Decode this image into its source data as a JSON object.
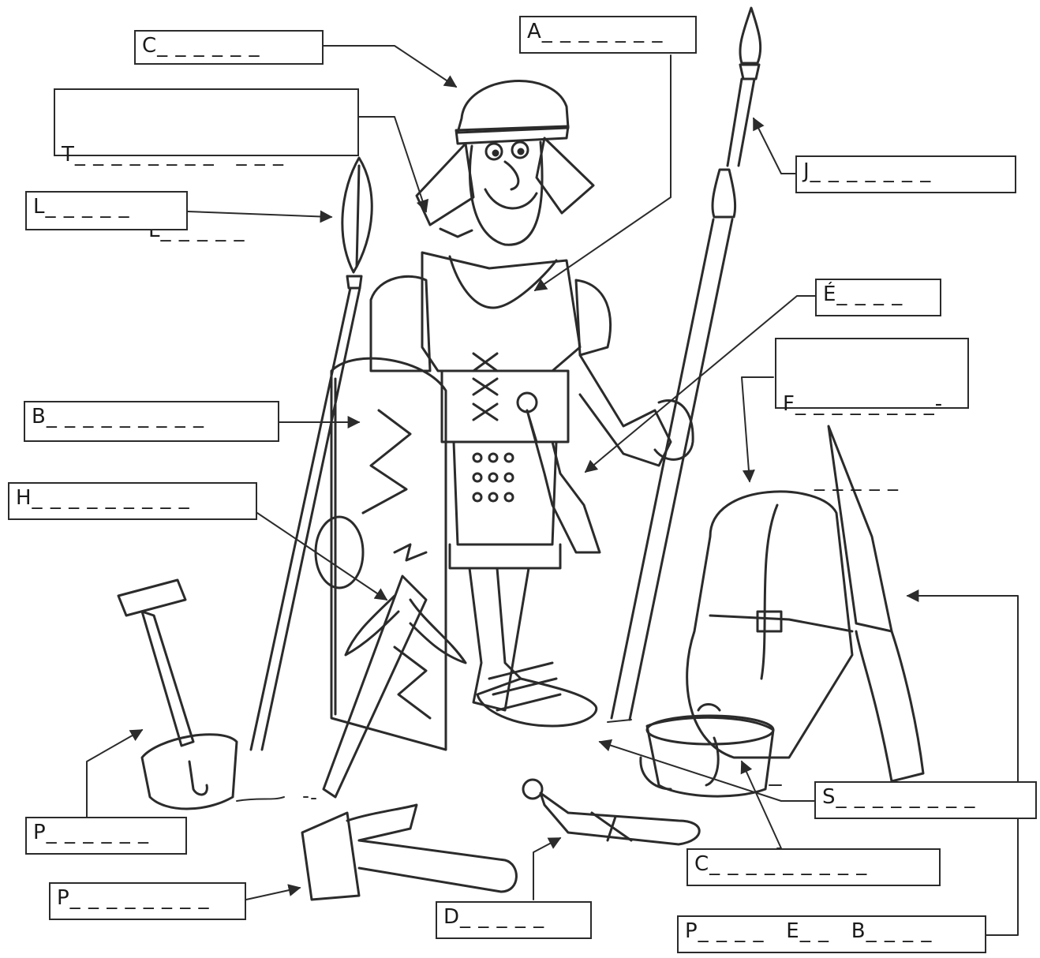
{
  "colors": {
    "ink": "#2b2b2b",
    "paper": "#ffffff"
  },
  "labels": {
    "casque": "C_ _ _ _ _ _",
    "armure": "A_ _ _ _ _ _ _",
    "tunique_1": "T_ _ _ _ _ _ _ _   _ _ _",
    "tunique_2": "L_ _ _ _ _",
    "lance": "L_ _ _ _ _",
    "javelot": "J_ _ _ _ _ _ _",
    "epee": "É_ _ _ _",
    "fourche_1": "F_ _ _ _ _ _ _ _-",
    "fourche_2": "_ _ _ _ _",
    "bouclier": "B_ _ _ _ _ _ _ _ _",
    "hache": "H_ _ _ _ _ _ _ _ _",
    "pelle": "P_ _ _ _ _ _",
    "pioche": "P_ _ _ _ _ _ _ _",
    "dague": "D_ _ _ _ _",
    "sandales": "S_ _ _ _ _ _ _ _",
    "casserole": "C_ _ _ _ _ _ _ _ _",
    "paquetage": "P_ _ _ _   E_ _   B_ _ _ _"
  },
  "icons": [
    "helmet-icon",
    "armor-icon",
    "spear-icon",
    "javelin-icon",
    "sword-icon",
    "backpack-icon",
    "shield-icon",
    "axe-icon",
    "shovel-icon",
    "hammer-icon",
    "dagger-icon",
    "sandal-icon",
    "pot-icon",
    "stake-icon"
  ]
}
